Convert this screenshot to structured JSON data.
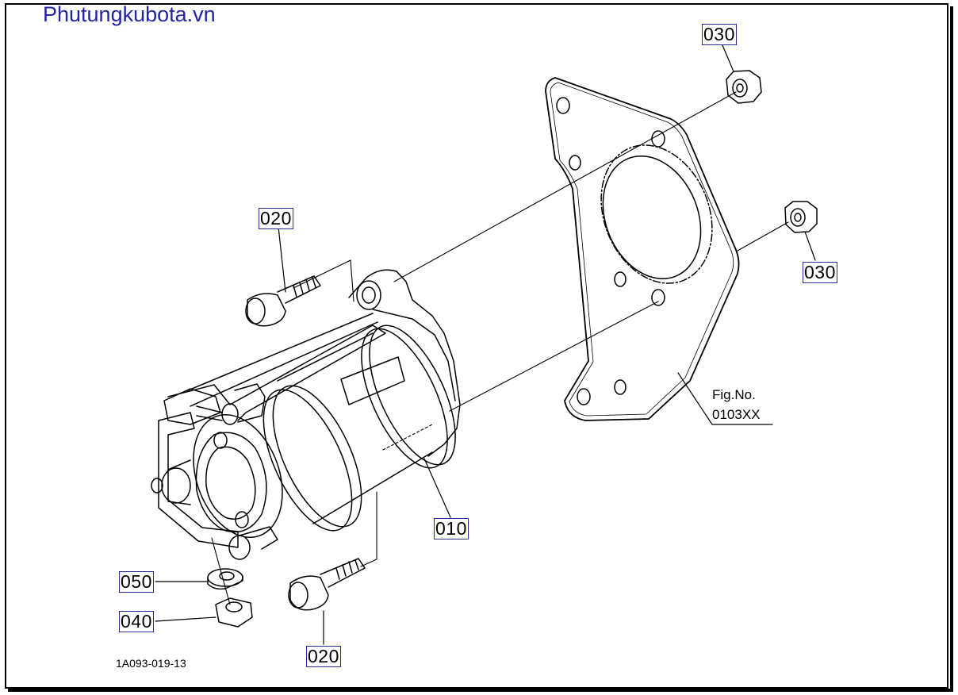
{
  "brand": "Phutungkubota.vn",
  "callouts": {
    "c030_top": "030",
    "c030_right": "030",
    "c020_top": "020",
    "c020_bottom": "020",
    "c010": "010",
    "c050": "050",
    "c040": "040"
  },
  "fig": {
    "label": "Fig.No.",
    "number": "0103XX"
  },
  "drawing_code": "1A093-019-13"
}
